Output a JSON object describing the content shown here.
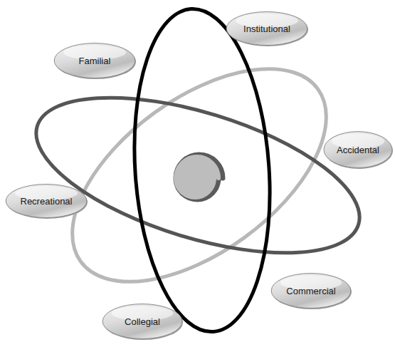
{
  "diagram": {
    "nodes": [
      {
        "text": [
          "Institutional"
        ]
      },
      {
        "text": [
          "Familial"
        ]
      },
      {
        "text": [
          "Accidental"
        ]
      },
      {
        "text": [
          "Recreational"
        ]
      },
      {
        "text": [
          "Commercial"
        ]
      },
      {
        "text": [
          "Collegial"
        ]
      }
    ]
  }
}
